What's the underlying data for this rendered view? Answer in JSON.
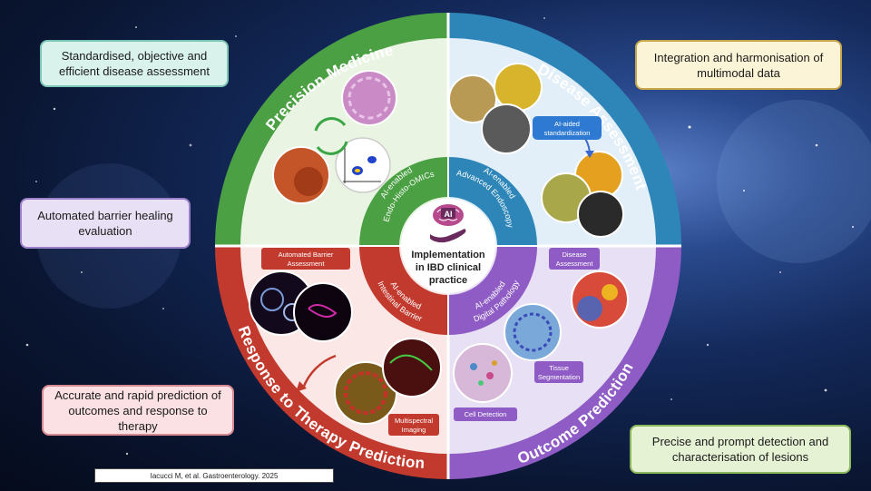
{
  "callouts": {
    "top_left": "Standardised, objective and efficient disease assessment",
    "top_right": "Integration and harmonisation of multimodal data",
    "mid_left": "Automated barrier healing evaluation",
    "bottom_left": "Accurate and rapid prediction of outcomes and response to therapy",
    "bottom_right": "Precise and prompt detection and characterisation of lesions"
  },
  "citation": "Iacucci M, et al. Gastroenterology. 2025",
  "ring": {
    "precision": "Precision Medicine",
    "disease": "Disease Assessment",
    "response": "Response to Therapy Prediction",
    "outcome": "Outcome Prediction"
  },
  "inner_ring": {
    "omics_1": "AI-enabled",
    "omics_2": "Endo-Histo-OMICs",
    "endoscopy_1": "AI-enabled",
    "endoscopy_2": "Advanced Endoscopy",
    "barrier_1": "AI-enabled",
    "barrier_2": "Intestinal Barrier",
    "pathology_1": "AI-enabled",
    "pathology_2": "Digital Pathology"
  },
  "center": {
    "ai_badge": "AI",
    "line1": "Implementation",
    "line2": "in IBD clinical",
    "line3": "practice"
  },
  "tags": {
    "ai_aided_1": "AI-aided",
    "ai_aided_2": "standardization",
    "automated_barrier_1": "Automated Barrier",
    "automated_barrier_2": "Assessment",
    "disease_assessment_1": "Disease",
    "disease_assessment_2": "Assessment",
    "tissue_seg_1": "Tissue",
    "tissue_seg_2": "Segmentation",
    "cell_detection": "Cell Detection",
    "multispectral_1": "Multispectral",
    "multispectral_2": "Imaging"
  },
  "colors": {
    "green": "#4ba044",
    "blue": "#2e86b8",
    "red": "#c23a2e",
    "purple": "#8e5cc4"
  }
}
